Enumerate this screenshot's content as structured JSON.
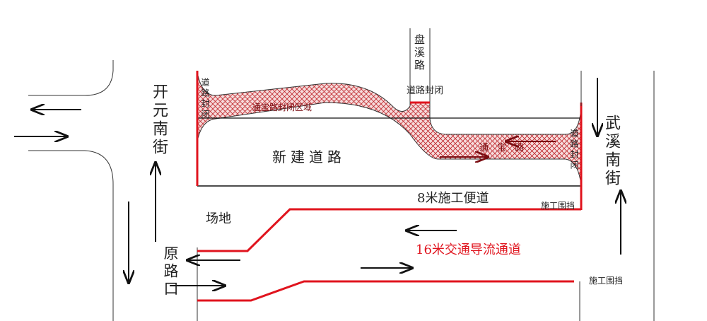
{
  "colors": {
    "red": "#e0141e",
    "hatch": "#c0282d",
    "line": "#111111",
    "dark_red": "#7a0d12"
  },
  "labels": {
    "kaiyuan_street": "开元南街",
    "wuxi_street": "武溪南街",
    "panxi_road": "盘溪路",
    "original_intersection": "原路口",
    "site": "场地",
    "new_road": "新建道路",
    "construction_access": "8米施工便道",
    "diversion_channel": "16米交通导流通道",
    "hoarding_1": "施工围挡",
    "hoarding_2": "施工围挡",
    "road_closed_top": "道路封闭",
    "road_closed_left": "道路封闭",
    "road_closed_right": "道路封闭",
    "tongbao_closed_area": "通宝路封闭区域",
    "tongbao_road": "通 宝 路"
  }
}
